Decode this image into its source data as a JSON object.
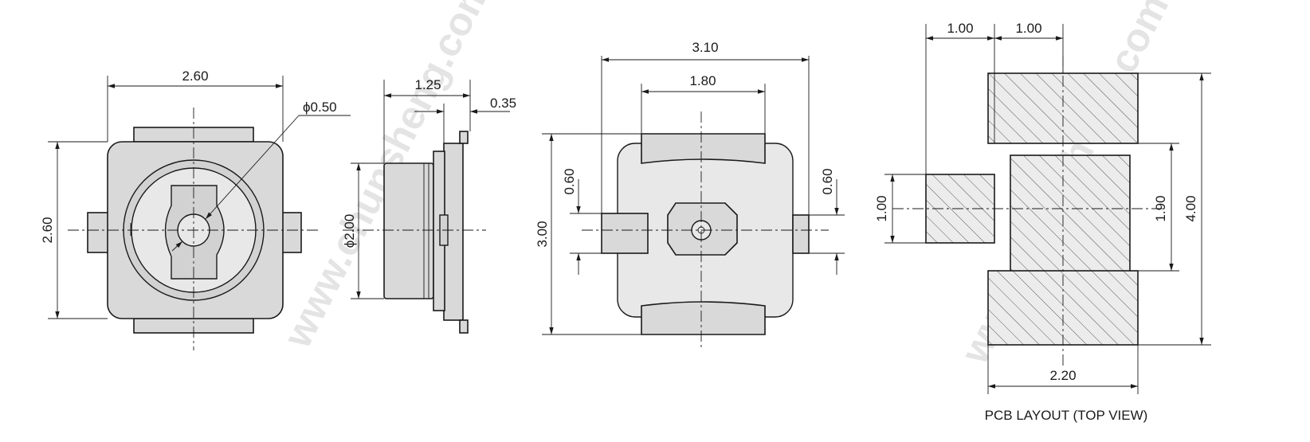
{
  "dimensions": {
    "front_width": "2.60",
    "front_height": "2.60",
    "front_hole_dia": "ϕ0.50",
    "side_length": "1.25",
    "side_flange": "0.35",
    "side_dia": "ϕ2.00",
    "bottom_width": "3.10",
    "bottom_pad_width": "1.80",
    "bottom_height": "3.00",
    "bottom_tab_left": "0.60",
    "bottom_tab_right": "0.60",
    "pcb_gap_left": "1.00",
    "pcb_gap_right": "1.00",
    "pcb_pad_height": "1.00",
    "pcb_center_height": "1.90",
    "pcb_total_height": "4.00",
    "pcb_width": "2.20"
  },
  "caption": "PCB LAYOUT (TOP VIEW)",
  "watermark": "www.chunsheng.com",
  "colors": {
    "line": "#1a1a1a",
    "fill": "#d9d9d9",
    "watermark": "#cfcfcf"
  }
}
